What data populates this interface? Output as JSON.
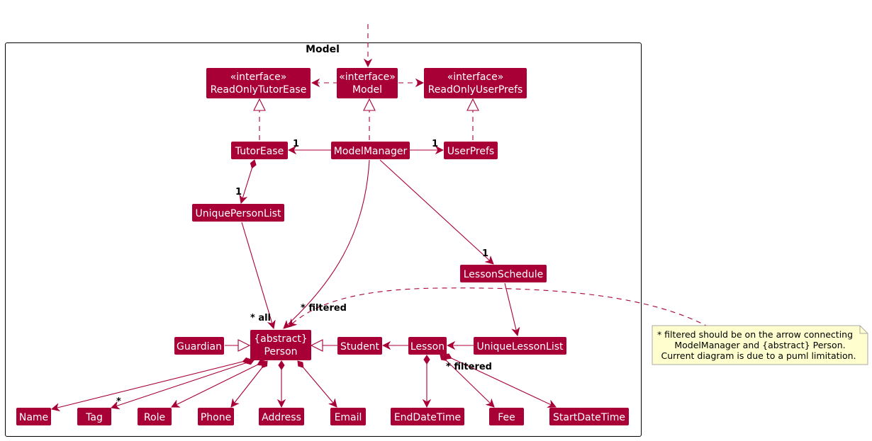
{
  "package": {
    "title": "Model"
  },
  "classes": {
    "readonly_tutorease": {
      "stereotype": "«interface»",
      "name": "ReadOnlyTutorEase"
    },
    "model": {
      "stereotype": "«interface»",
      "name": "Model"
    },
    "readonly_userprefs": {
      "stereotype": "«interface»",
      "name": "ReadOnlyUserPrefs"
    },
    "tutorease": {
      "name": "TutorEase"
    },
    "modelmanager": {
      "name": "ModelManager"
    },
    "userprefs": {
      "name": "UserPrefs"
    },
    "uniquepersonlist": {
      "name": "UniquePersonList"
    },
    "lessonschedule": {
      "name": "LessonSchedule"
    },
    "guardian": {
      "name": "Guardian"
    },
    "person": {
      "stereotype": "{abstract}",
      "name": "Person"
    },
    "student": {
      "name": "Student"
    },
    "lesson": {
      "name": "Lesson"
    },
    "uniquelessonlist": {
      "name": "UniqueLessonList"
    },
    "name": {
      "name": "Name"
    },
    "tag": {
      "name": "Tag"
    },
    "role": {
      "name": "Role"
    },
    "phone": {
      "name": "Phone"
    },
    "address": {
      "name": "Address"
    },
    "email": {
      "name": "Email"
    },
    "enddatetime": {
      "name": "EndDateTime"
    },
    "fee": {
      "name": "Fee"
    },
    "startdatetime": {
      "name": "StartDateTime"
    }
  },
  "labels": {
    "tutorease_mult": "1",
    "userprefs_mult": "1",
    "uniquepersonlist_mult": "1",
    "lessonschedule_mult": "1",
    "person_all": "* all",
    "person_filtered": "* filtered",
    "tag_mult": "*",
    "lesson_filtered": "* filtered"
  },
  "note": {
    "lines": [
      "* filtered should be on the arrow connecting",
      "ModelManager and {abstract} Person.",
      "Current diagram is due to a puml limitation."
    ]
  },
  "colors": {
    "class_fill": "#a80036",
    "class_text": "#ffffff",
    "edge": "#a80036",
    "note_fill": "#fbfb77"
  }
}
